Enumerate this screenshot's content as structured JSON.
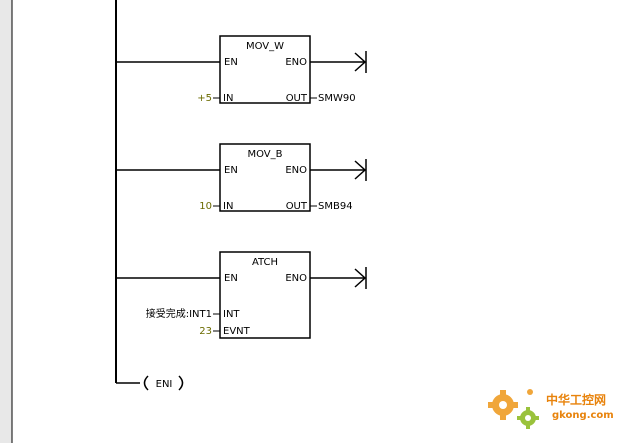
{
  "colors": {
    "wire": "#000000",
    "constant": "#6b6b00",
    "background": "#ffffff",
    "margin": "#e8e8e8",
    "watermark_orange": "#e8830c",
    "watermark_text": "#e8830c"
  },
  "blocks": [
    {
      "name": "MOV_W",
      "en": "EN",
      "eno": "ENO",
      "in_pin": "IN",
      "in_value": "+5",
      "out_pin": "OUT",
      "out_value": "SMW90"
    },
    {
      "name": "MOV_B",
      "en": "EN",
      "eno": "ENO",
      "in_pin": "IN",
      "in_value": "10",
      "out_pin": "OUT",
      "out_value": "SMB94"
    },
    {
      "name": "ATCH",
      "en": "EN",
      "eno": "ENO",
      "int_pin": "INT",
      "int_value": "接受完成:INT1",
      "evnt_pin": "EVNT",
      "evnt_value": "23"
    }
  ],
  "coil": {
    "label": "ENI"
  },
  "watermark": {
    "brand_cn": "中华工控网",
    "url": "gkong.com"
  }
}
